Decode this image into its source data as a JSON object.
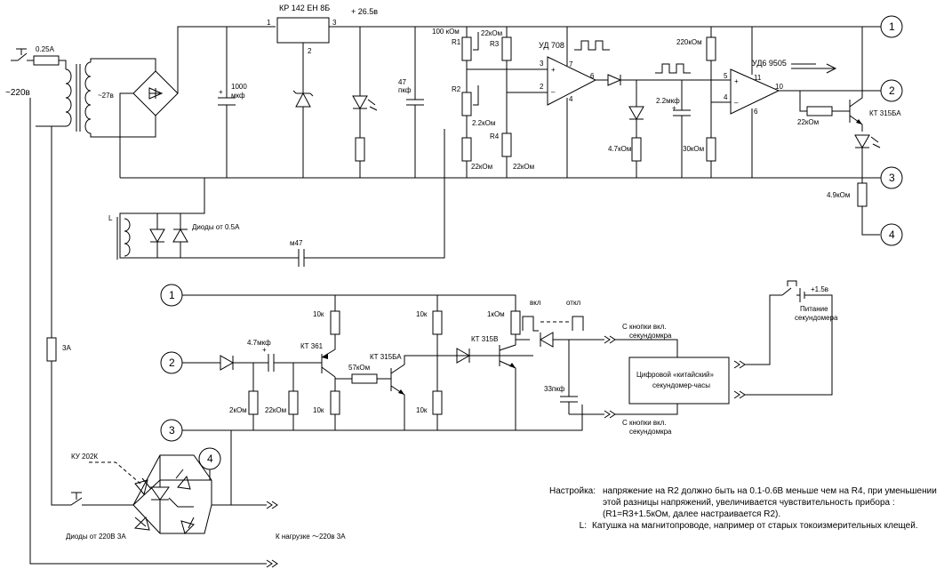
{
  "labels": {
    "fuse_025": "0.25A",
    "mains_220": "~220в",
    "sec_27": "~27в",
    "cap_1000": "1000",
    "cap_mkf": "мкф",
    "reg": "КР 142 ЕН 8Б",
    "pin1": "1",
    "pin2": "2",
    "pin3": "3",
    "v265": "+ 26.5в",
    "cap_47": "47",
    "cap_pkf": "пкф",
    "r1_val": "100 кОм",
    "r1": "R1",
    "r3_val": "22кОм",
    "r3": "R3",
    "ud708": "УД 708",
    "r2": "R2",
    "r2_val": "2.2кОм",
    "r4": "R4",
    "r_22k_a": "22кОм",
    "r_22k_b": "22кОм",
    "op_p3": "3",
    "op_p2": "2",
    "op_p7": "7",
    "op_p6": "6",
    "op_p4": "4",
    "r_220k": "220кОм",
    "ud6": "УД6 9505",
    "op2_p5": "5",
    "op2_p4": "4",
    "op2_p11": "11",
    "op2_p10": "10",
    "op2_p6": "6",
    "cap_22mkf": "2.2мкф",
    "r_47k": "4.7кОм",
    "r_30k": "30кОм",
    "r_22k_c": "22кОм",
    "kt315a": "КТ 315БА",
    "r_49k": "4.9кОм",
    "coil_L": "L",
    "diodes_05": "Диоды от 0.5А",
    "cap_m47": "м47",
    "plus": "+",
    "n1": "1",
    "n2": "2",
    "n3": "3",
    "n4": "4",
    "r_10k_a": "10к",
    "cap_47mkf": "4.7мкф",
    "kt361": "КТ 361",
    "r_57k": "57кОм",
    "kt315ba2": "КТ 315БА",
    "r_10k_b": "10к",
    "r_1k": "1кОм",
    "kt315v": "КТ 315В",
    "vkl": "вкл",
    "otkl": "откл",
    "btn_on_1": "С кнопки вкл.",
    "btn_on_2": "секундомкра",
    "btn_off_1": "С кнопки вкл.",
    "btn_off_2": "секундомкра",
    "watch_1": "Цифровой «китайский»",
    "watch_2": "секундомер-часы",
    "cap_33": "33пкф",
    "r_2k": "2кОм",
    "r_22kom": "22кОм",
    "r_10k_c": "10к",
    "r_10k_d": "10к",
    "bat_v": "+1.5в",
    "power_1": "Питание",
    "power_2": "секундомера",
    "fuse_3a": "3А",
    "ku202": "КУ 202К",
    "n4b": "4",
    "diodes_220": "Диоды от 220В 3А",
    "load": "К нагрузке ～220в  3А"
  },
  "notes": {
    "setup_label": "Настройка:",
    "setup_text": "напряжение на R2 должно быть на 0.1-0.6В меньше чем на R4, при уменьшении этой разницы напряжений, увеличивается чувствительность прибора : (R1=R3+1.5кОм, далее настраивается R2).",
    "coil_label": "L:",
    "coil_text": "Катушка на магнитопроводе, например от старых токоизмерительных клещей."
  }
}
